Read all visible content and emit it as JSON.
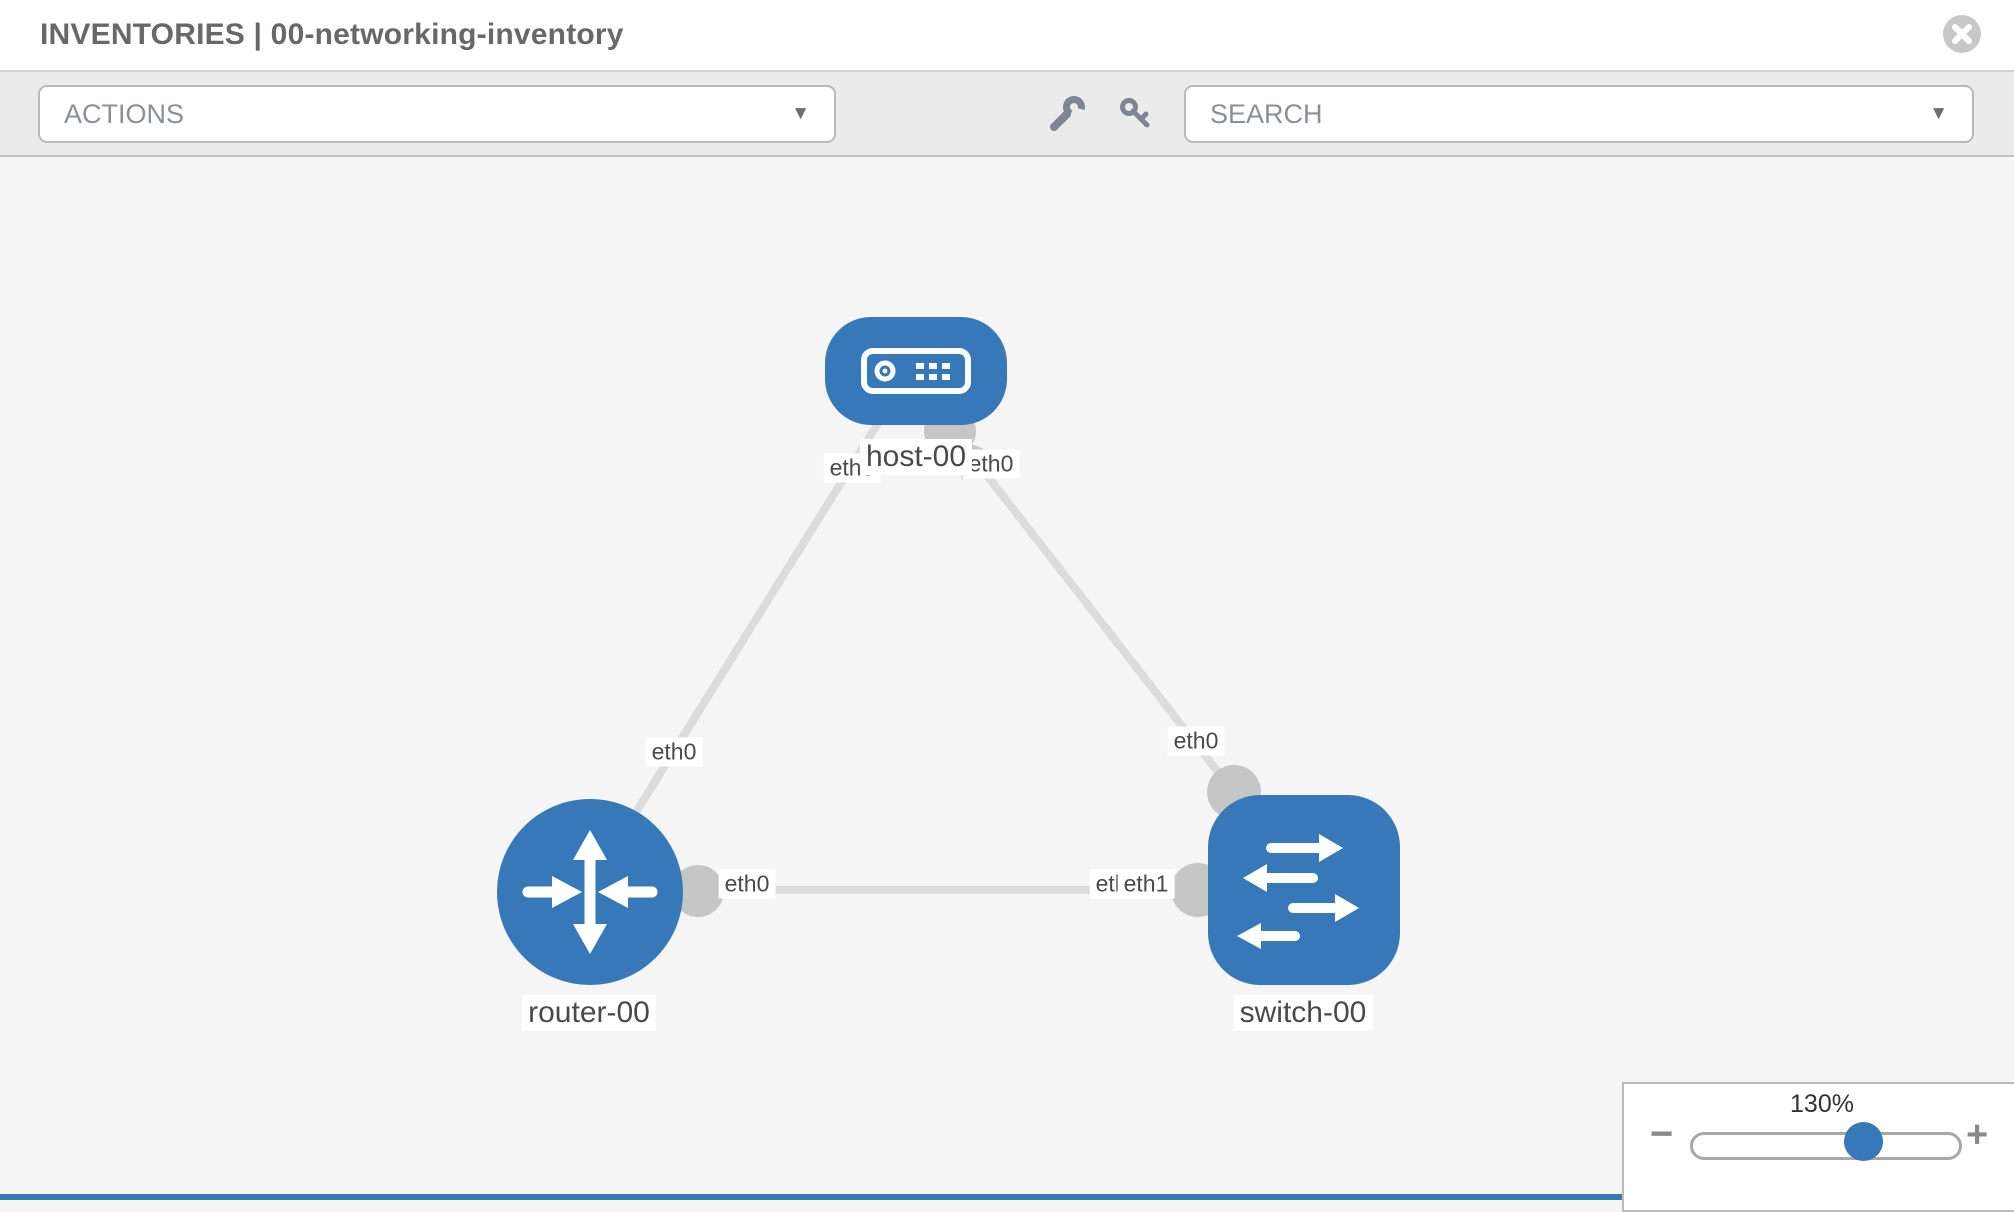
{
  "header": {
    "title": "INVENTORIES | 00-networking-inventory"
  },
  "toolbar": {
    "actions_label": "ACTIONS",
    "search_label": "SEARCH",
    "dropdown_arrow": "▼"
  },
  "topology": {
    "nodes": [
      {
        "id": "host-00",
        "label": "host-00",
        "type": "host"
      },
      {
        "id": "router-00",
        "label": "router-00",
        "type": "router"
      },
      {
        "id": "switch-00",
        "label": "switch-00",
        "type": "switch"
      }
    ],
    "links": [
      {
        "from": "host-00",
        "to": "router-00",
        "from_if": "eth0",
        "to_if": "eth0"
      },
      {
        "from": "host-00",
        "to": "switch-00",
        "from_if": "eth0",
        "to_if": "eth0"
      },
      {
        "from": "router-00",
        "to": "switch-00",
        "from_if": "eth0",
        "to_if": "eth1"
      }
    ],
    "if_labels": {
      "host_left": "eth0",
      "host_right": "eth0",
      "router_top": "eth0",
      "switch_top": "eth0",
      "mid_left": "eth0",
      "mid_back": "eth0",
      "mid_front": "eth1"
    }
  },
  "zoom_control": {
    "value": "130%",
    "minus": "−",
    "plus": "+"
  },
  "colors": {
    "node_blue": "#3779b8",
    "link_gray": "#dcdcdc",
    "interface_gray": "#c6c6c6",
    "toolbar_bg": "#ebebeb"
  }
}
